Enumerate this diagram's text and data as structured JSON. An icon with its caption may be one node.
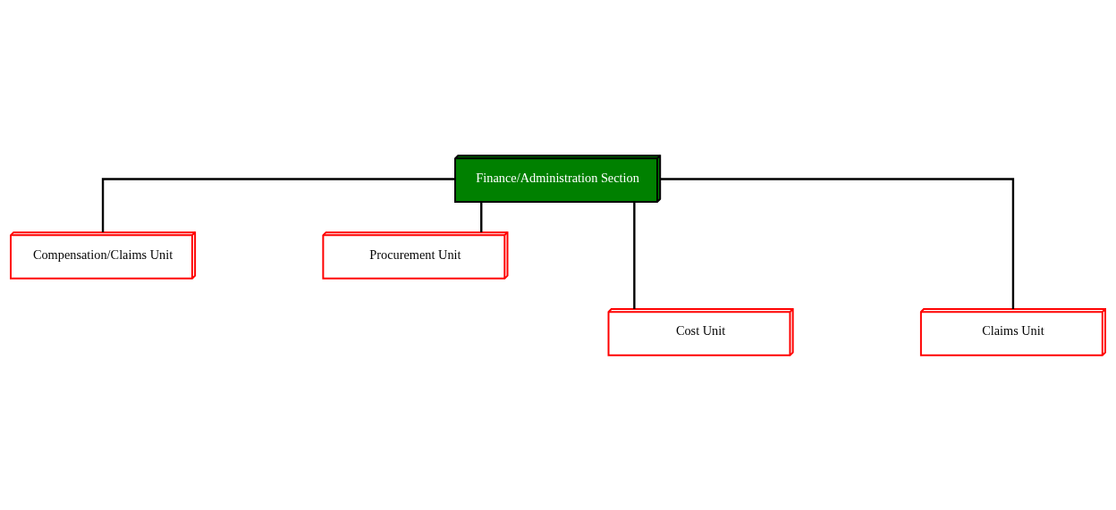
{
  "diagram": {
    "nodes": [
      {
        "text": [
          "Finance/Administration Section"
        ]
      },
      {
        "text": [
          "Compensation/Claims Unit"
        ]
      },
      {
        "text": [
          "Procurement Unit"
        ]
      },
      {
        "text": [
          "Cost Unit"
        ]
      },
      {
        "text": [
          "Claims Unit"
        ]
      }
    ],
    "edges": [
      {
        "from": 0,
        "to": 1,
        "arrow": "none"
      },
      {
        "from": 0,
        "to": 2,
        "arrow": "none"
      },
      {
        "from": 0,
        "to": 3,
        "arrow": "none"
      },
      {
        "from": 0,
        "to": 4,
        "arrow": "none"
      }
    ]
  }
}
